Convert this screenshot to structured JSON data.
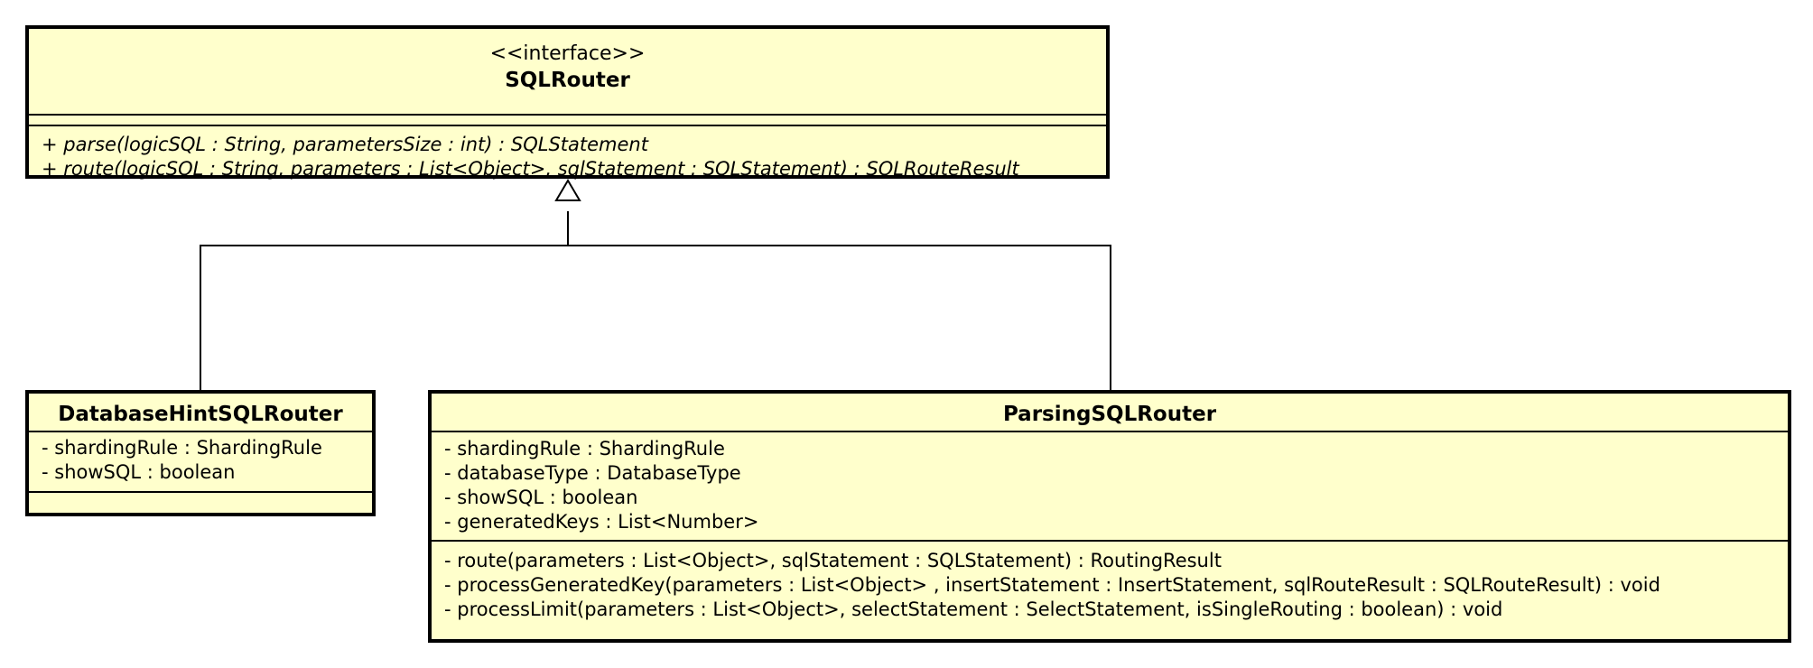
{
  "interface": {
    "stereotype": "<<interface>>",
    "name": "SQLRouter",
    "operations": [
      "+ parse(logicSQL : String, parametersSize : int) : SQLStatement",
      "+ route(logicSQL : String, parameters : List<Object>, sqlStatement : SQLStatement) : SQLRouteResult"
    ]
  },
  "database_hint_router": {
    "name": "DatabaseHintSQLRouter",
    "attributes": [
      "- shardingRule : ShardingRule",
      "- showSQL : boolean"
    ]
  },
  "parsing_router": {
    "name": "ParsingSQLRouter",
    "attributes": [
      "- shardingRule : ShardingRule",
      "- databaseType : DatabaseType",
      "- showSQL : boolean",
      "- generatedKeys : List<Number>"
    ],
    "operations": [
      "- route(parameters : List<Object>, sqlStatement : SQLStatement) : RoutingResult",
      "- processGeneratedKey(parameters : List<Object> , insertStatement : InsertStatement, sqlRouteResult : SQLRouteResult) : void",
      "- processLimit(parameters : List<Object>, selectStatement : SelectStatement, isSingleRouting : boolean) : void"
    ]
  }
}
